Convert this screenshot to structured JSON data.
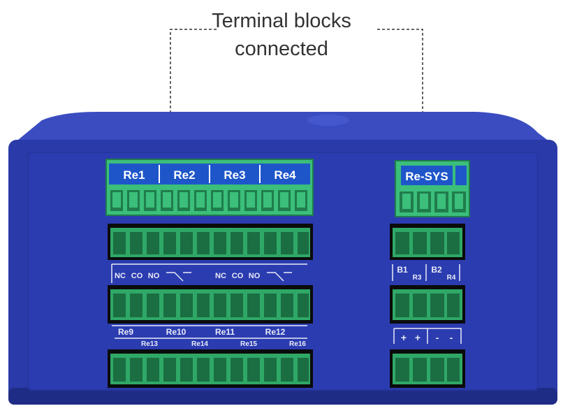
{
  "annotation": {
    "line1": "Terminal blocks",
    "line2": "connected"
  },
  "relay_block": {
    "labels": [
      "Re1",
      "Re2",
      "Re3",
      "Re4"
    ]
  },
  "sys_block": {
    "label": "Re-SYS"
  },
  "silkscreen": {
    "contact_labels": [
      "NC",
      "CO",
      "NO"
    ],
    "channel_top": [
      "Re9",
      "Re10",
      "Re11",
      "Re12"
    ],
    "channel_bottom": [
      "Re13",
      "Re14",
      "Re15",
      "Re16"
    ],
    "right_row1": [
      "B1",
      "R3",
      "B2",
      "R4"
    ],
    "right_row2": [
      "+",
      "+",
      "-",
      "-"
    ]
  },
  "colors": {
    "enclosure": "#2a3aa8",
    "enclosure_dark": "#1f2c86",
    "terminal_green": "#3bbf7a",
    "terminal_dark": "#1f7d4c",
    "label_blue": "#1e56c9",
    "annotation_line": "#333333"
  }
}
